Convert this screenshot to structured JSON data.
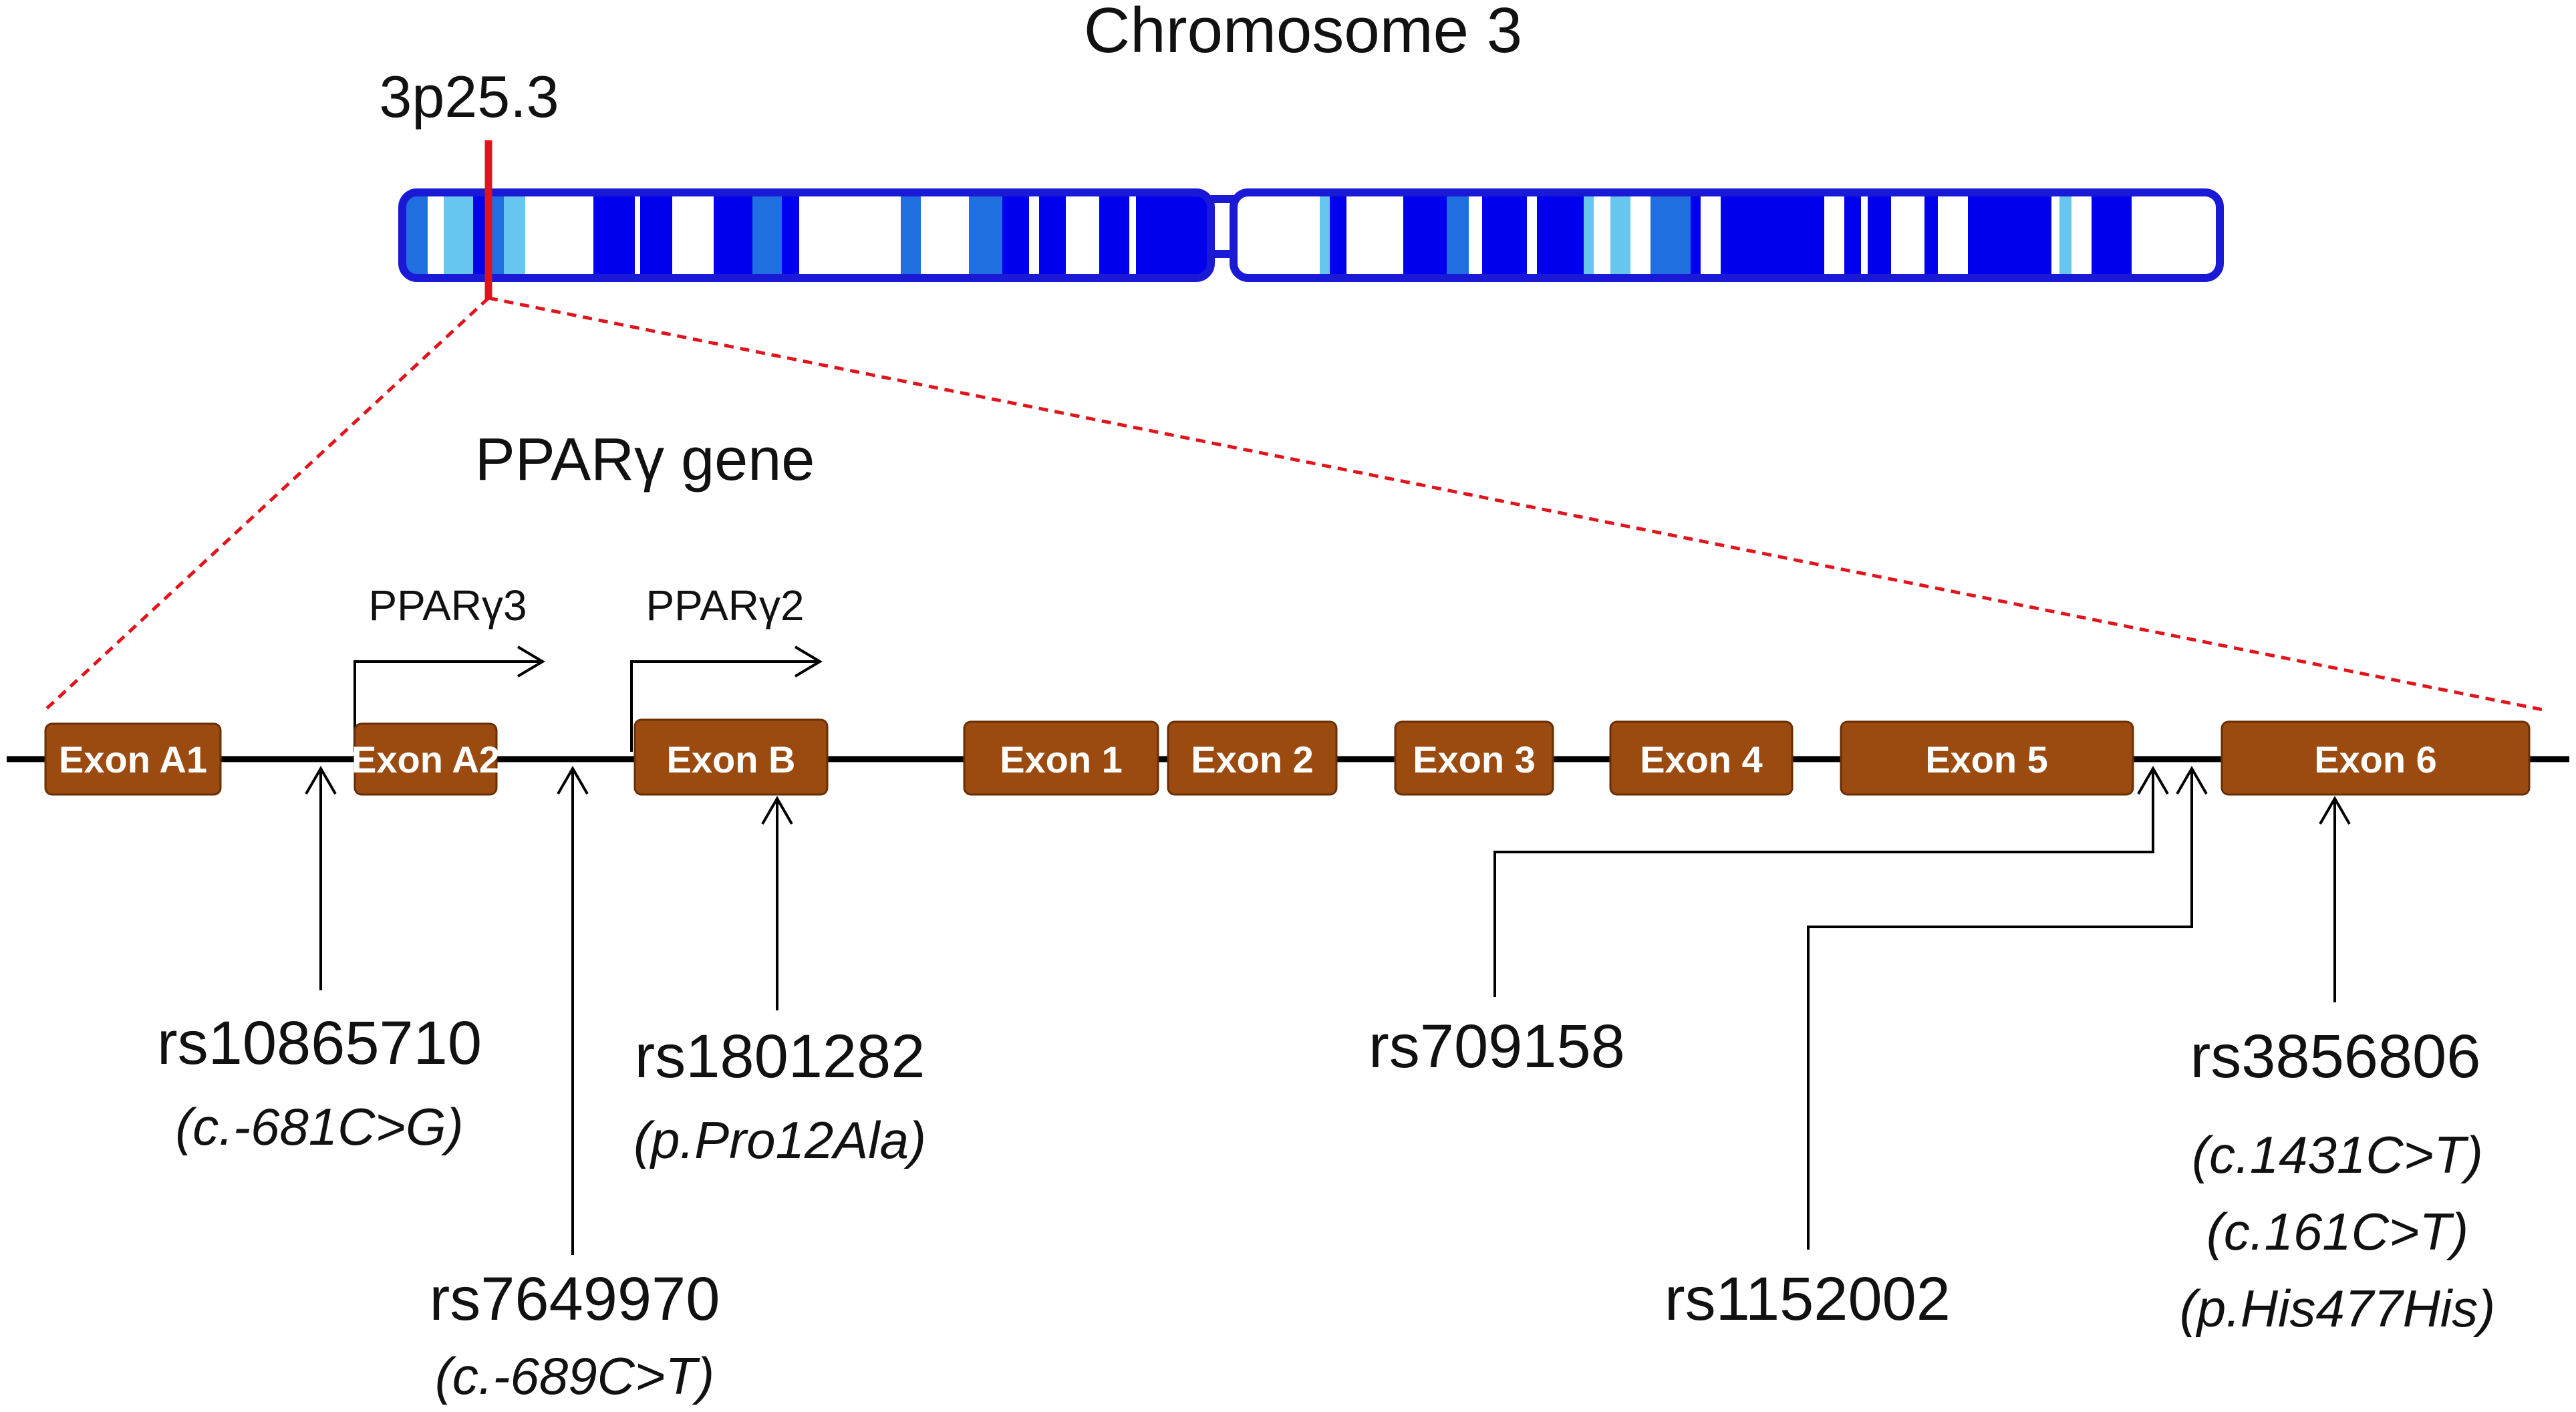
{
  "title": "Chromosome 3",
  "locus": "3p25.3",
  "gene_label": "PPARγ gene",
  "promoters": [
    {
      "label": "PPARγ3",
      "exon": "Exon A2"
    },
    {
      "label": "PPARγ2",
      "exon": "Exon B"
    }
  ],
  "exons": [
    "Exon A1",
    "Exon A2",
    "Exon B",
    "Exon 1",
    "Exon 2",
    "Exon 3",
    "Exon 4",
    "Exon 5",
    "Exon 6"
  ],
  "snps": [
    {
      "id": "rs10865710",
      "notes": [
        "(c.-681C>G)"
      ]
    },
    {
      "id": "rs7649970",
      "notes": [
        "(c.-689C>T)"
      ]
    },
    {
      "id": "rs1801282",
      "notes": [
        "(p.Pro12Ala)"
      ]
    },
    {
      "id": "rs709158",
      "notes": []
    },
    {
      "id": "rs1152002",
      "notes": []
    },
    {
      "id": "rs3856806",
      "notes": [
        "(c.1431C>T)",
        "(c.161C>T)",
        "(p.His477His)"
      ]
    }
  ],
  "colors": {
    "chromosome_outline": "#1a1ad6",
    "band_dark": "#0000ee",
    "band_medium": "#1f6fe0",
    "band_light": "#66c6f0",
    "band_white": "#ffffff",
    "locus_marker": "#e0141c",
    "exon_fill": "#9b4a10",
    "line": "#000000"
  }
}
